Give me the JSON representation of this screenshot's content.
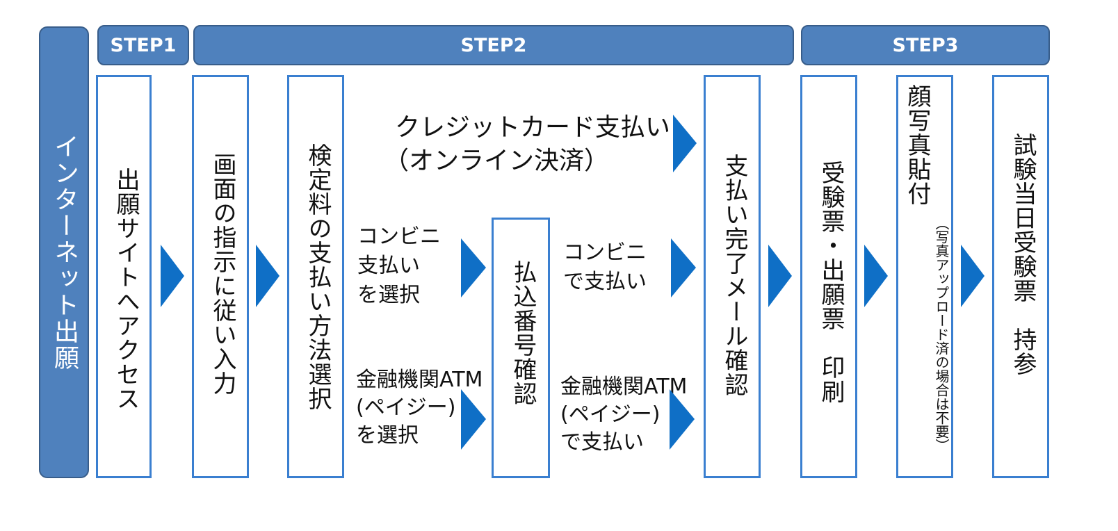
{
  "side_label": "インターネット出願",
  "steps": [
    "STEP1",
    "STEP2",
    "STEP3"
  ],
  "boxes": {
    "apply_site": "出願サイトへアクセス",
    "screen_input": "画面の指示に従い入力",
    "payment_method": "検定料の支払い方法選択",
    "transfer_number": "払込番号確認",
    "payment_mail": "支払い完了メール確認",
    "print_tickets": "受験票・出願票　印刷",
    "photo_main": "顔写真貼付",
    "photo_note": "（写真アップロード済の場合は不要）",
    "exam_day": "試験当日受験票　持参"
  },
  "labels": {
    "credit_line1": "クレジットカード支払い",
    "credit_line2": "（オンライン決済）",
    "conv_select_1": "コンビニ",
    "conv_select_2": "支払い",
    "conv_select_3": "を選択",
    "atm_select_1": "金融機関ATM",
    "atm_select_2": "(ペイジー)",
    "atm_select_3": "を選択",
    "conv_pay_1": "コンビニ",
    "conv_pay_2": "で支払い",
    "atm_pay_1": "金融機関ATM",
    "atm_pay_2": "(ペイジー)",
    "atm_pay_3": "で支払い"
  },
  "colors": {
    "header_fill": "#4f81bd",
    "header_border": "#385d8a",
    "box_border": "#3a7fd0",
    "arrow": "#0f6fc6"
  }
}
